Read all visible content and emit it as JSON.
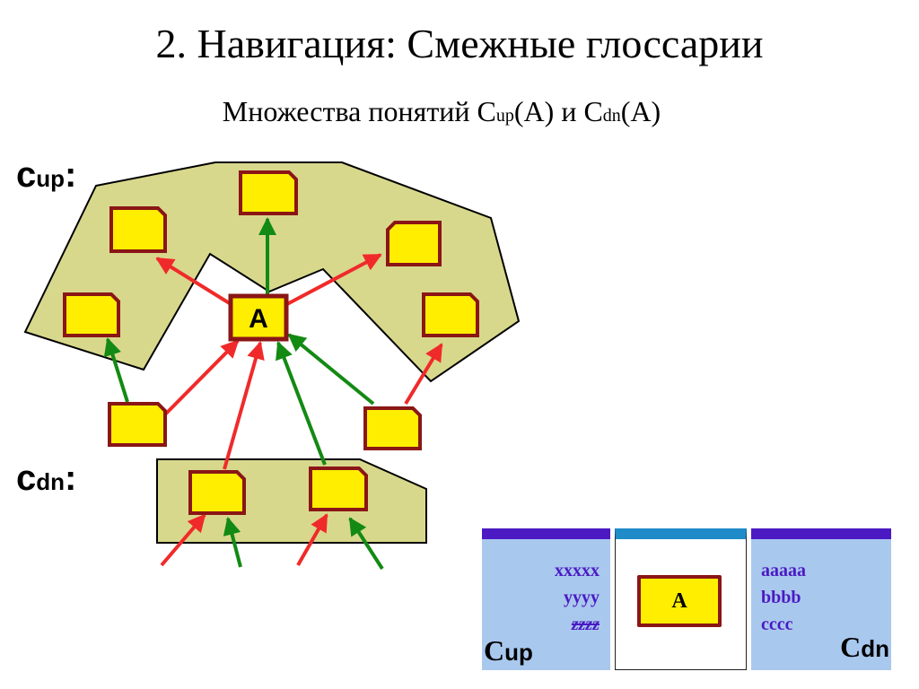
{
  "title": "2. Навигация: Смежные глоссарии",
  "subtitle": {
    "prefix": "Множества понятий С",
    "up_sub": "up",
    "middle": "(А) и С",
    "dn_sub": "dn",
    "suffix": "(А)"
  },
  "diagram": {
    "cup_label": "c",
    "cup_sub": "up",
    "cup_colon": ":",
    "cdn_label": "c",
    "cdn_sub": "dn",
    "cdn_colon": ":",
    "center_label": "A"
  },
  "panels": {
    "left": {
      "items": [
        "xxxxx",
        "yyyy",
        "zzzz"
      ],
      "label": "C",
      "label_sub": "up"
    },
    "middle": {
      "box_label": "A"
    },
    "right": {
      "items": [
        "aaaaa",
        "bbbb",
        "cccc"
      ],
      "label": "C",
      "label_sub": "dn"
    }
  },
  "colors": {
    "region_fill": "#d8d88c",
    "node_fill": "#ffee00",
    "node_border": "#8a1616",
    "arrow_red": "#f02a2a",
    "arrow_green": "#138a13",
    "panel_fill": "#a9c8ee",
    "panel_bar": "#4b1ac3",
    "panel_mid_bar": "#1f8bc9"
  }
}
